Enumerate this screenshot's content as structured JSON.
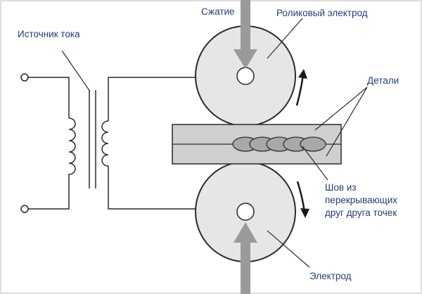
{
  "labels": {
    "power_source": "Источник тока",
    "compression": "Сжатие",
    "roller_electrode": "Роликовый электрод",
    "parts": "Детали",
    "seam_line1": "Шов из",
    "seam_line2": "перекрывающих",
    "seam_line3": "друг друга точек",
    "electrode": "Электрод"
  },
  "colors": {
    "line": "#2a2a2a",
    "wheel_fill": "#e6e6e6",
    "plate_fill": "#cfcfcf",
    "seam_fill": "#a8a8a8",
    "press_arrow": "#9a9a9a",
    "label_text": "#1f3f7a"
  }
}
